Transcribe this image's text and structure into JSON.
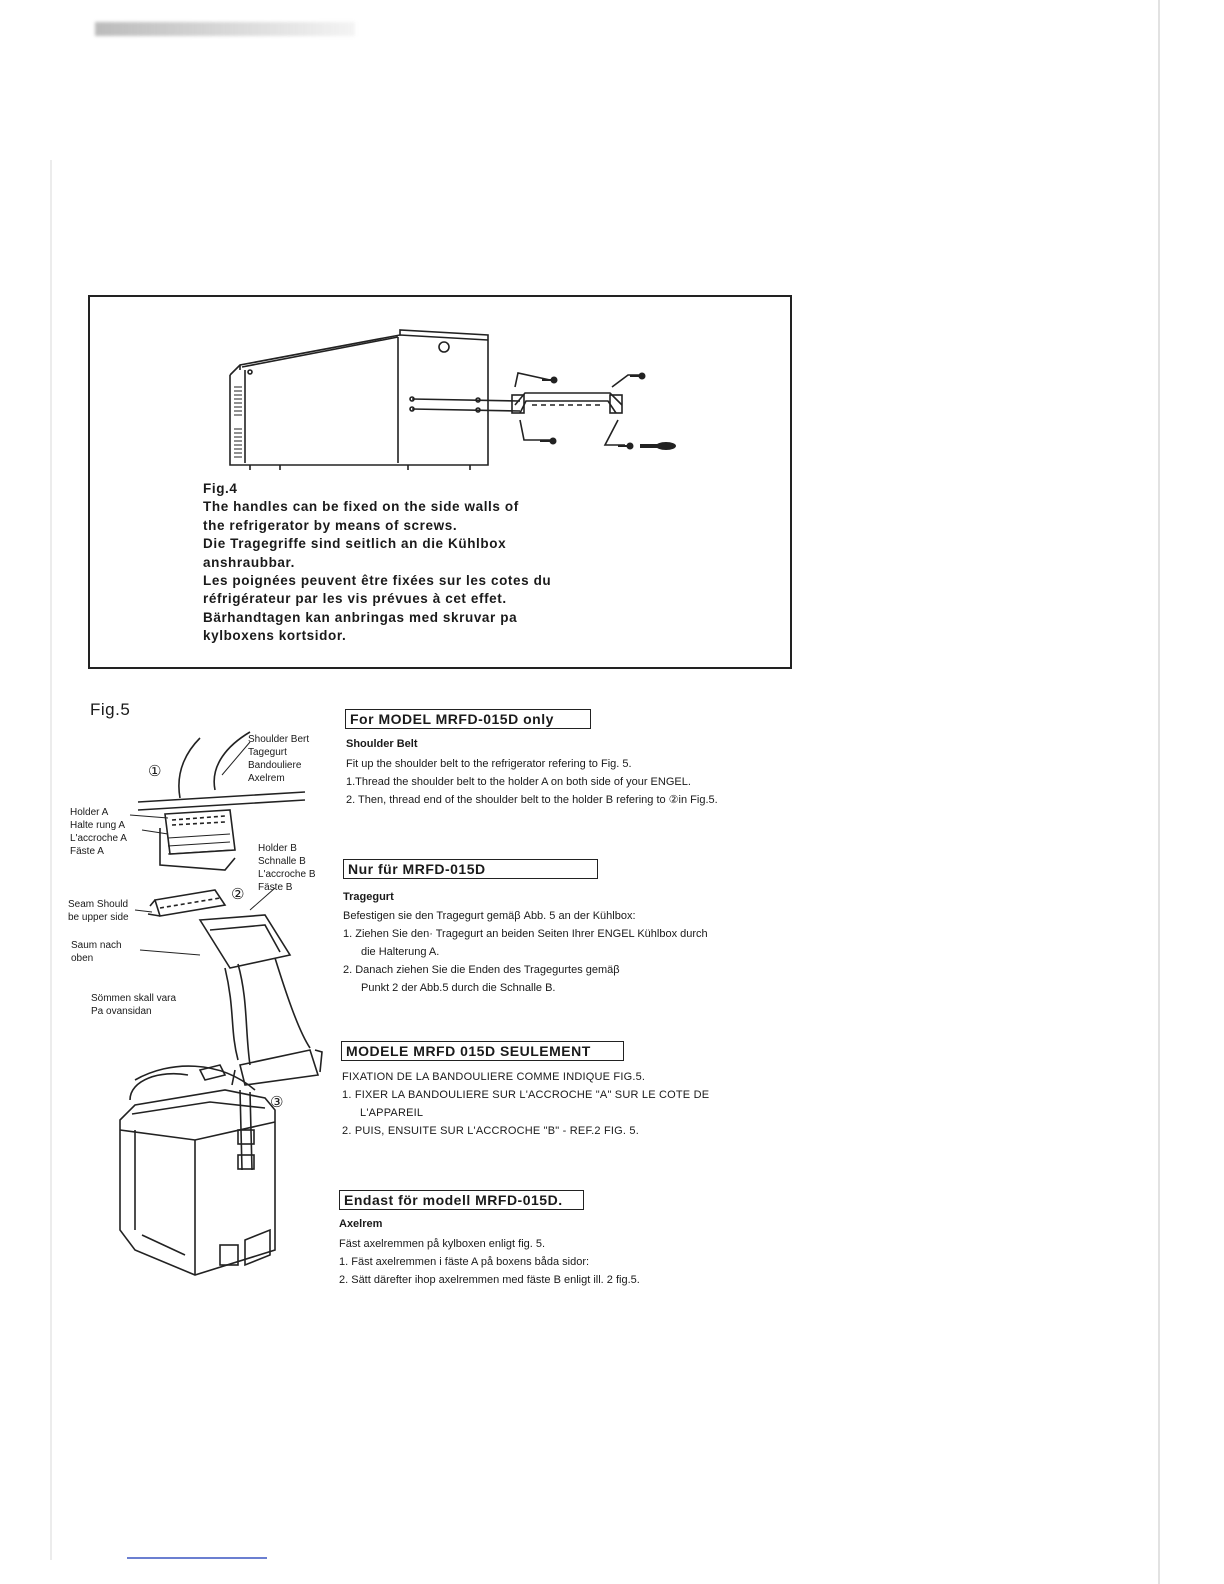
{
  "fig4": {
    "label": "Fig.4",
    "lines": [
      "The handles can be fixed on the side walls of",
      "the refrigerator by means of screws.",
      "Die Tragegriffe sind seitlich an die Kühlbox",
      "anshraubbar.",
      "Les poignées peuvent être fixées sur les cotes du",
      "réfrigérateur par les vis prévues à cet effet.",
      "Bärhandtagen kan anbringas med skruvar pa",
      "kylboxens kortsidor."
    ]
  },
  "fig5": {
    "label": "Fig.5",
    "circle1": "①",
    "circle2": "②",
    "circle3": "③",
    "shoulder_belt": [
      "Shoulder Bert",
      "Tagegurt",
      "Bandouliere",
      "Axelrem"
    ],
    "holder_a": [
      "Holder A",
      "Halte rung A",
      "L'accroche A",
      "Fäste A"
    ],
    "holder_b": [
      "Holder B",
      "Schnalle B",
      "L'accroche B",
      "Fäste B"
    ],
    "seam": [
      "Seam Should",
      "be upper side"
    ],
    "saum": [
      "Saum nach",
      "oben"
    ],
    "sommen": [
      "Sömmen skall vara",
      "Pa ovansidan"
    ]
  },
  "sections": {
    "en": {
      "title": "For MODEL MRFD-015D only",
      "subtitle": "Shoulder Belt",
      "intro": "Fit up the shoulder belt to the refrigerator refering  to Fig. 5.",
      "step1": "1.Thread  the shoulder belt to the holder A on both side of your ENGEL.",
      "step2": "2.  Then, thread end of the shoulder belt to the holder B refering to ②in Fig.5."
    },
    "de": {
      "title": "Nur für MRFD-015D",
      "subtitle": "Tragegurt",
      "intro": "Befestigen sie den Tragegurt gemäβ  Abb.  5 an der Kühlbox:",
      "step1a": "1.  Ziehen Sie den· Tragegurt an beiden Seiten Ihrer ENGEL Kühlbox durch",
      "step1b": "die Halterung A.",
      "step2a": "2.  Danach ziehen Sie die Enden des Tragegurtes gemäβ",
      "step2b": "Punkt 2 der Abb.5 durch die Schnalle B."
    },
    "fr": {
      "title": "MODELE MRFD 015D SEULEMENT",
      "intro": "FIXATION DE LA BANDOULIERE COMME INDIQUE FIG.5.",
      "step1a": "1.  FIXER LA BANDOULIERE SUR L'ACCROCHE \"A\" SUR LE COTE DE",
      "step1b": "L'APPAREIL",
      "step2": "2.  PUIS, ENSUITE SUR L'ACCROCHE \"B\"  - REF.2 FIG. 5."
    },
    "sv": {
      "title": "Endast för modell MRFD-015D.",
      "subtitle": "Axelrem",
      "intro": "Fäst axelremmen på kylboxen enligt fig. 5.",
      "step1": "1.  Fäst axelremmen i fäste A på  boxens båda sidor:",
      "step2": "2.  Sätt därefter ihop axelremmen  med fäste B enligt ill.  2 fig.5."
    }
  }
}
